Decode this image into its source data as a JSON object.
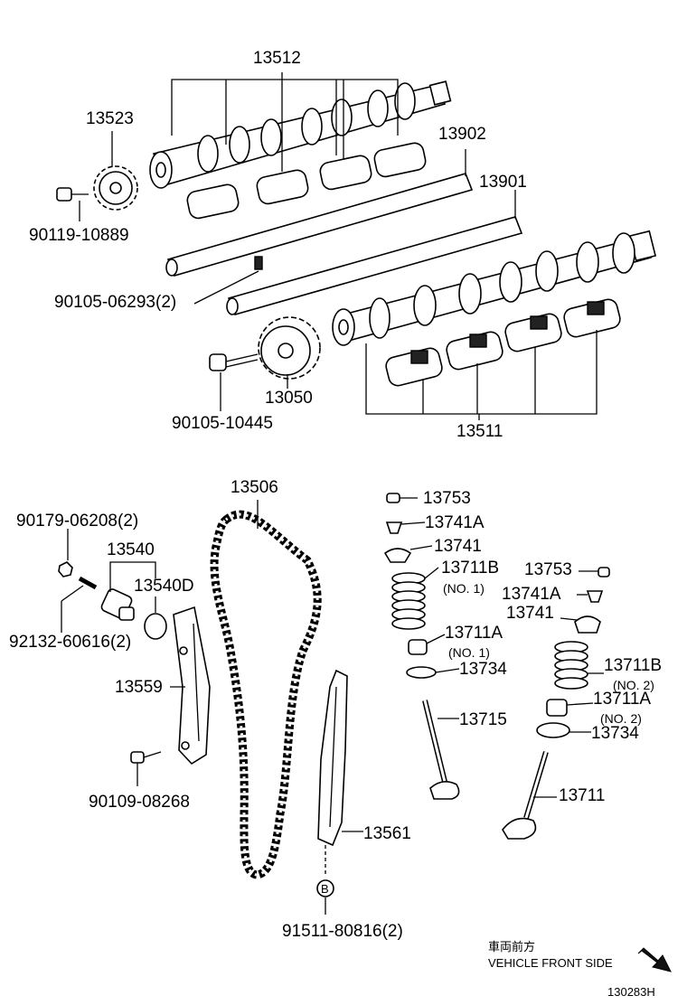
{
  "diagram": {
    "parts": {
      "p13512": "13512",
      "p13523": "13523",
      "p13902": "13902",
      "p13901": "13901",
      "p90119": "90119-10889",
      "p90105a": "90105-06293(2)",
      "p13050": "13050",
      "p90105b": "90105-10445",
      "p13511": "13511",
      "p13506": "13506",
      "p90179": "90179-06208(2)",
      "p13540": "13540",
      "p13540d": "13540D",
      "p92132": "92132-60616(2)",
      "p13559": "13559",
      "p90109": "90109-08268",
      "p13561": "13561",
      "p91511": "91511-80816(2)",
      "p13753a": "13753",
      "p13741aa": "13741A",
      "p13741a": "13741",
      "p13711ba": "13711B",
      "no1a": "(NO. 1)",
      "p13711aa": "13711A",
      "no1b": "(NO. 1)",
      "p13734a": "13734",
      "p13715": "13715",
      "p13753b": "13753",
      "p13741ab": "13741A",
      "p13741b": "13741",
      "p13711bb": "13711B",
      "no2a": "(NO. 2)",
      "p13711ab": "13711A",
      "no2b": "(NO. 2)",
      "p13734b": "13734",
      "p13711": "13711"
    },
    "marker_b": "B",
    "direction_jp": "車両前方",
    "direction_en": "VEHICLE FRONT SIDE",
    "figure_code": "130283H"
  }
}
